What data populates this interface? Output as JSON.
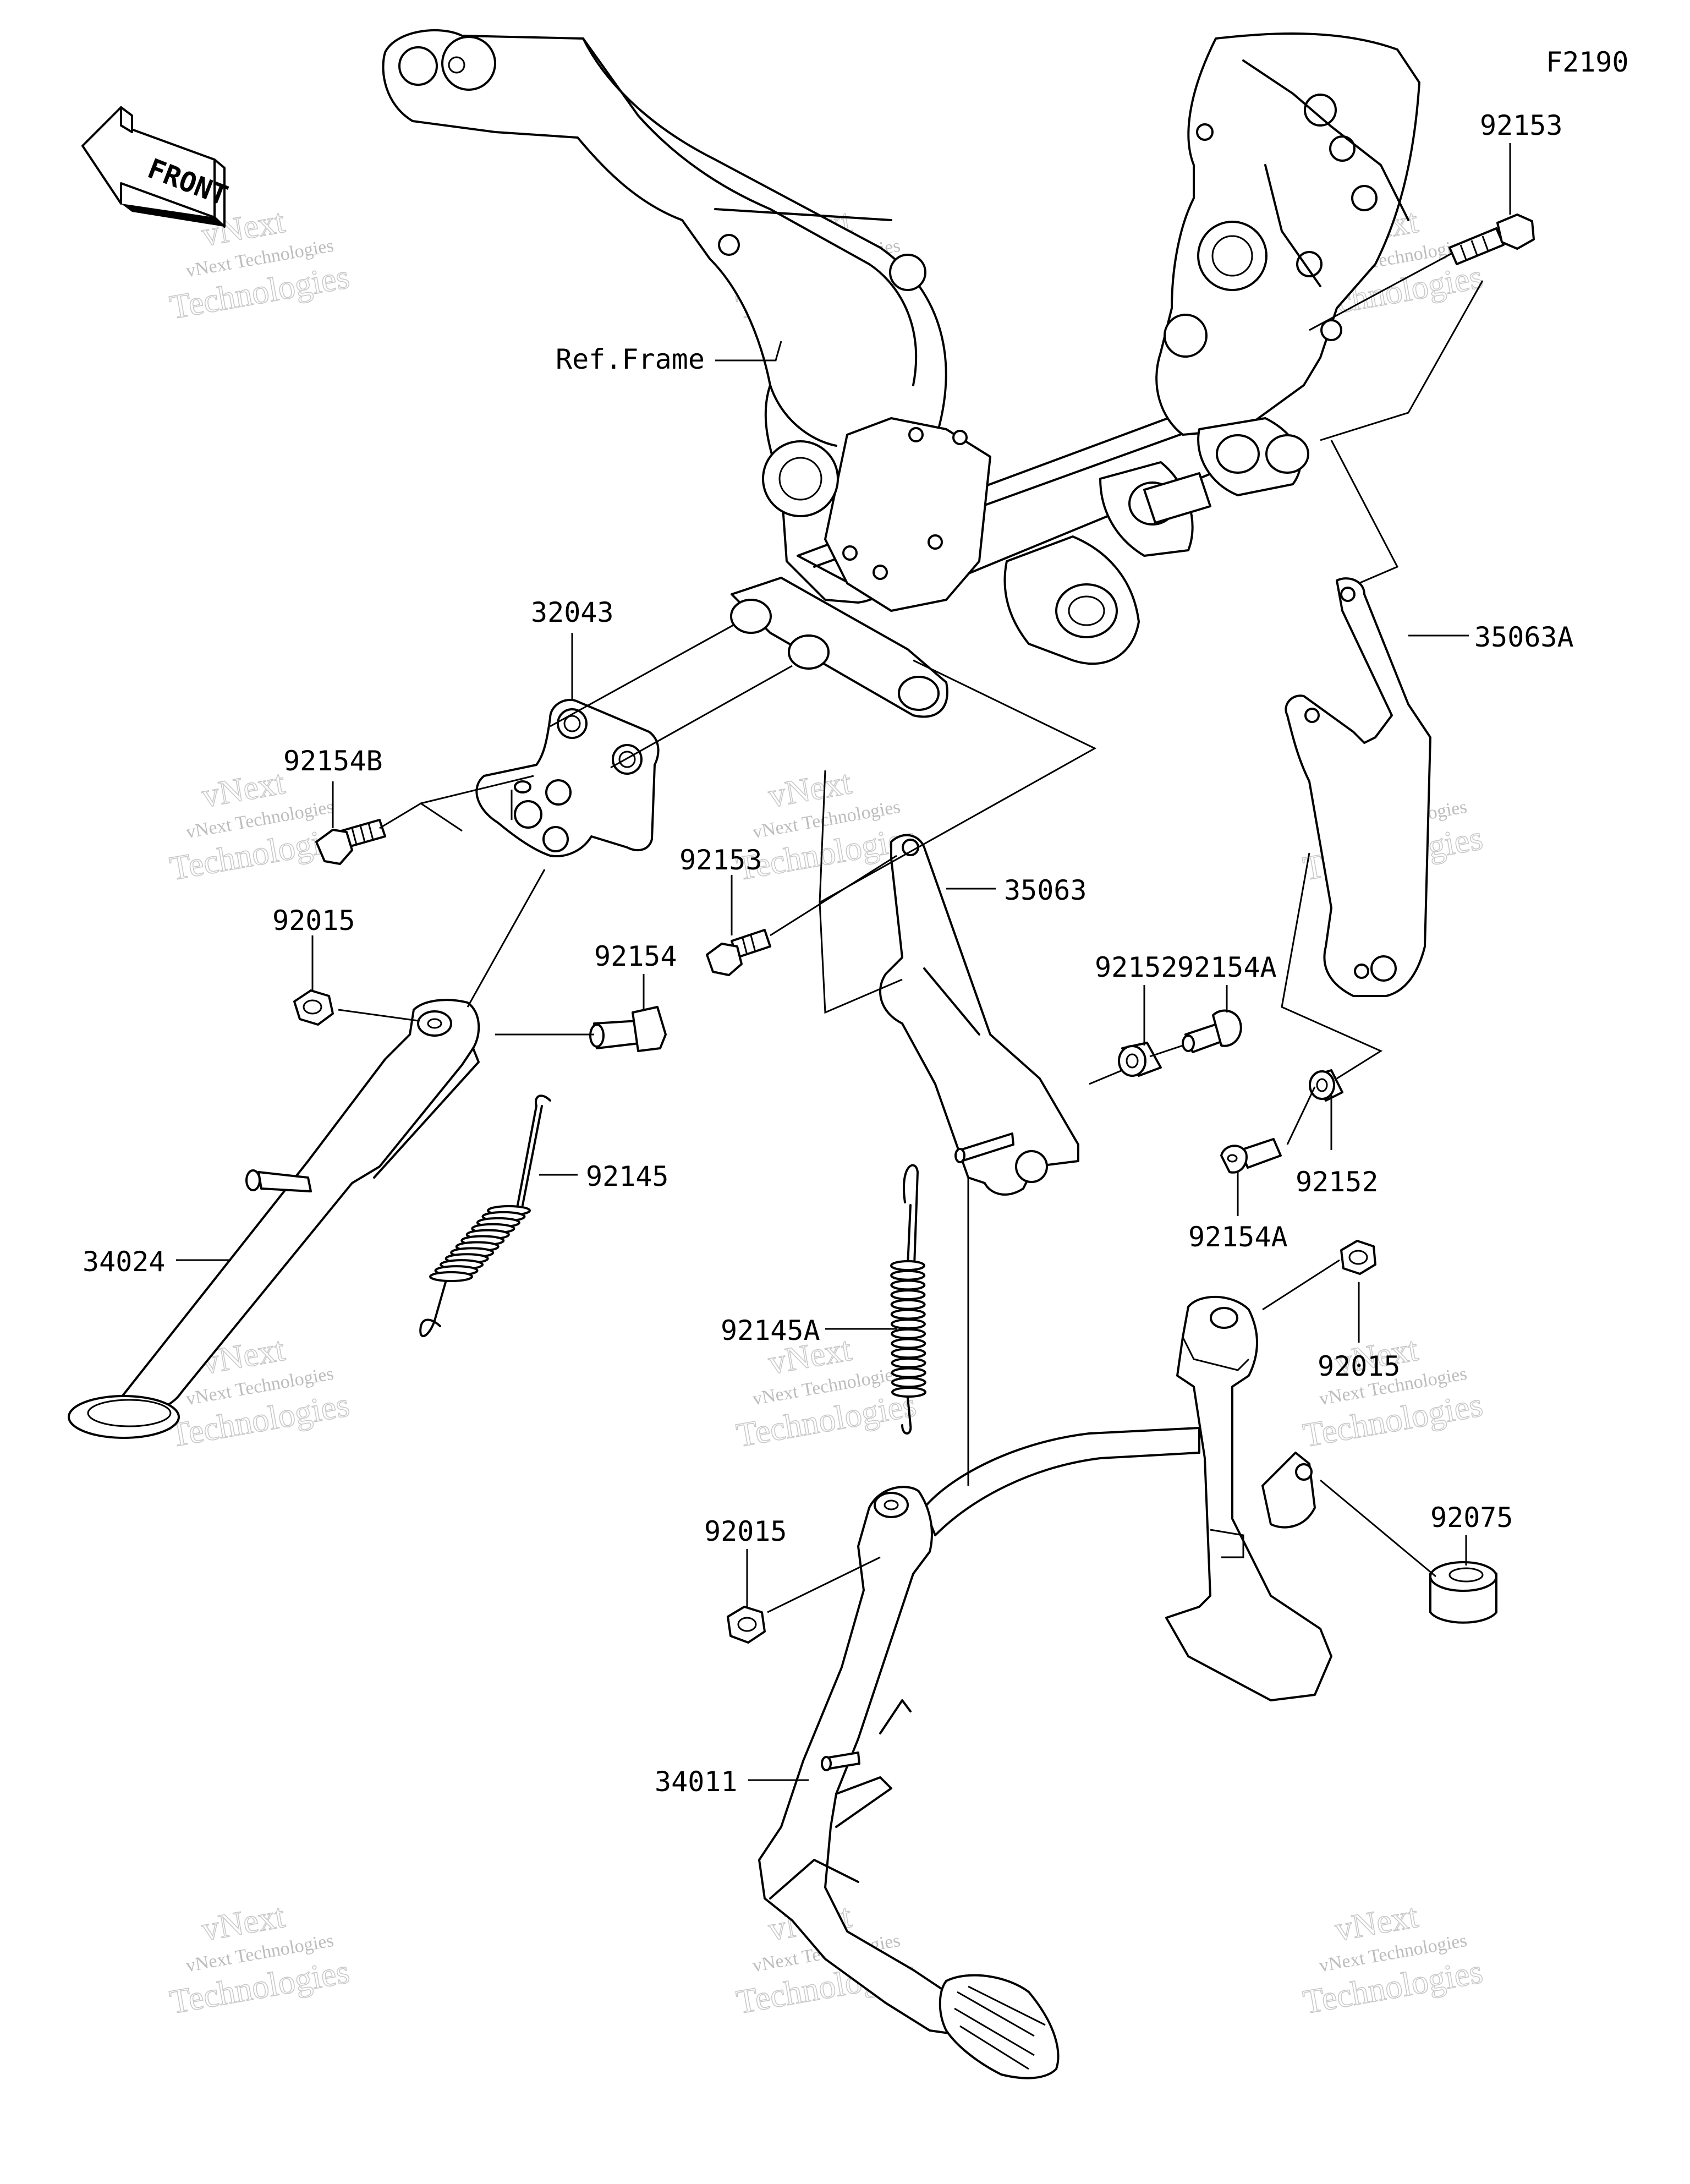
{
  "diagram": {
    "code": "F2190",
    "front_label": "FRONT",
    "watermark": {
      "line1": "vNext Technologies",
      "line2": "Technologies",
      "overlay": "vNext"
    },
    "labels": [
      {
        "id": "92153-top",
        "text": "92153"
      },
      {
        "id": "ref-frame",
        "text": "Ref.Frame"
      },
      {
        "id": "32043",
        "text": "32043"
      },
      {
        "id": "35063A",
        "text": "35063A"
      },
      {
        "id": "92154B",
        "text": "92154B"
      },
      {
        "id": "92153-mid",
        "text": "92153"
      },
      {
        "id": "35063",
        "text": "35063"
      },
      {
        "id": "92015-left",
        "text": "92015"
      },
      {
        "id": "92154",
        "text": "92154"
      },
      {
        "id": "92154A-top",
        "text": "92154A"
      },
      {
        "id": "92152-left",
        "text": "92152"
      },
      {
        "id": "92145",
        "text": "92145"
      },
      {
        "id": "92152-right",
        "text": "92152"
      },
      {
        "id": "34024",
        "text": "34024"
      },
      {
        "id": "92154A-bottom",
        "text": "92154A"
      },
      {
        "id": "92145A",
        "text": "92145A"
      },
      {
        "id": "92015-right",
        "text": "92015"
      },
      {
        "id": "92075",
        "text": "92075"
      },
      {
        "id": "92015-bottom",
        "text": "92015"
      },
      {
        "id": "34011",
        "text": "34011"
      }
    ]
  }
}
